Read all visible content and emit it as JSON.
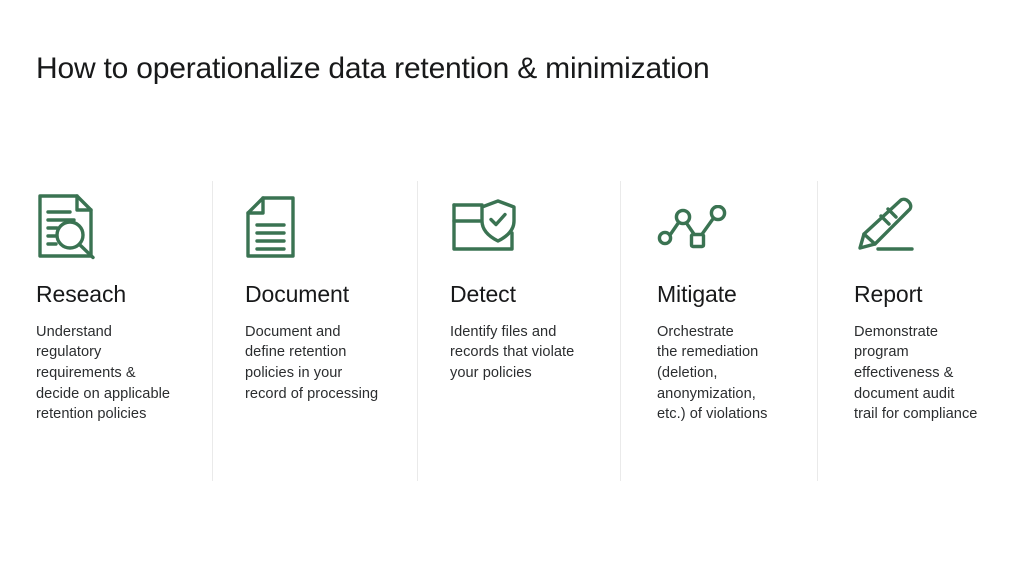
{
  "slide": {
    "title": "How to operationalize data retention & minimization",
    "background_color": "#ffffff",
    "accent_color": "#3a7352",
    "title_color": "#18191a",
    "body_color": "#2b2d2f",
    "divider_color": "#eaeaea"
  },
  "steps": [
    {
      "icon": "document-magnifier-icon",
      "title": "Reseach",
      "description": "Understand\nregulatory\nrequirements &\ndecide on applicable\nretention policies"
    },
    {
      "icon": "document-lines-icon",
      "title": "Document",
      "description": "Document and\ndefine retention\npolicies in your\nrecord of processing"
    },
    {
      "icon": "records-shield-check-icon",
      "title": "Detect",
      "description": "Identify files and\nrecords that violate\nyour policies"
    },
    {
      "icon": "node-graph-icon",
      "title": "Mitigate",
      "description": "Orchestrate\nthe remediation\n(deletion,\nanonymization,\n etc.) of violations"
    },
    {
      "icon": "pencil-underline-icon",
      "title": "Report",
      "description": "Demonstrate\nprogram\neffectiveness &\ndocument audit\ntrail for compliance"
    }
  ]
}
